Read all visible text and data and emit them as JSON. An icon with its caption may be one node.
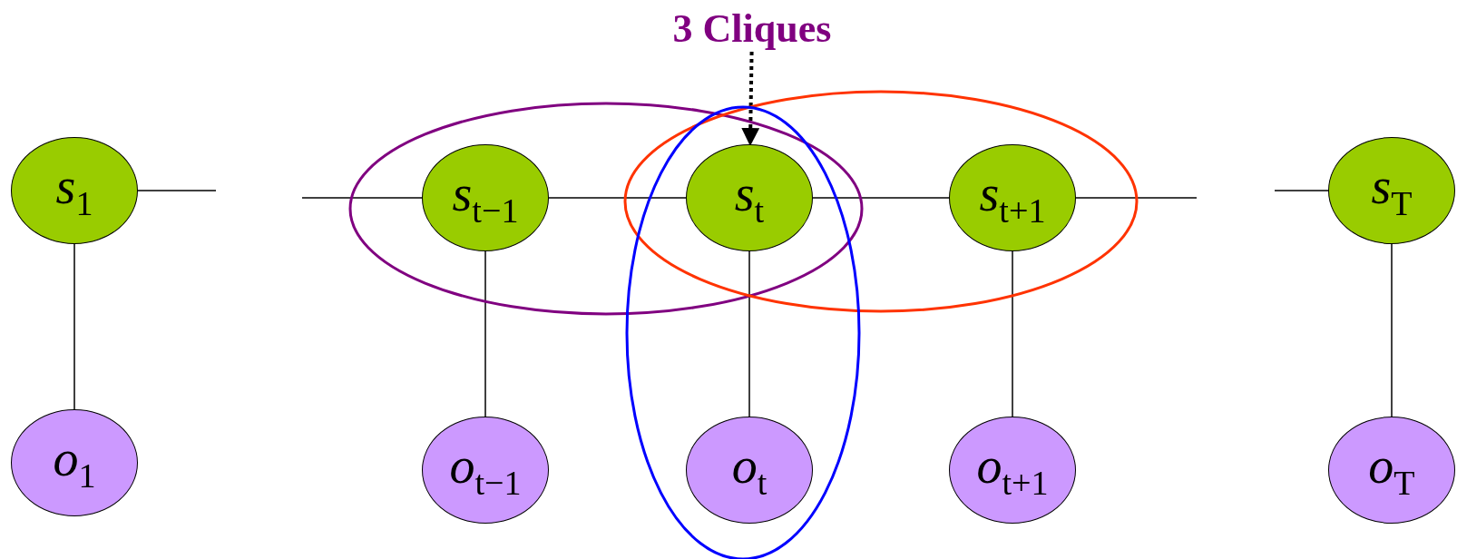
{
  "diagram": {
    "nodes": [
      {
        "text": [
          "3 Cliques"
        ]
      },
      {
        "text": [
          "*s*$_{1}$"
        ]
      },
      {
        "text": [
          "*s*$_{t−1}$"
        ]
      },
      {
        "text": [
          "*s*$_{t}$"
        ]
      },
      {
        "text": [
          "*s*$_{t+1}$"
        ]
      },
      {
        "text": [
          "*s*$_{T}$"
        ]
      },
      {
        "text": [
          "*o*$_{1}$"
        ]
      },
      {
        "text": [
          "*o*$_{t−1}$"
        ]
      },
      {
        "text": [
          "*o*$_{t}$"
        ]
      },
      {
        "text": [
          "*o*$_{t+1}$"
        ]
      },
      {
        "text": [
          "*o*$_{T}$"
        ]
      }
    ],
    "edges": [
      {
        "from": 1,
        "to": null,
        "arrow": "none"
      },
      {
        "from": null,
        "to": 2,
        "arrow": "none"
      },
      {
        "from": 2,
        "to": 3,
        "arrow": "none"
      },
      {
        "from": 3,
        "to": 4,
        "arrow": "none"
      },
      {
        "from": 4,
        "to": null,
        "arrow": "none"
      },
      {
        "from": null,
        "to": 5,
        "arrow": "none"
      },
      {
        "from": 1,
        "to": 6,
        "arrow": "none"
      },
      {
        "from": 2,
        "to": 7,
        "arrow": "none"
      },
      {
        "from": 3,
        "to": 8,
        "arrow": "none"
      },
      {
        "from": 4,
        "to": 9,
        "arrow": "none"
      },
      {
        "from": 5,
        "to": 10,
        "arrow": "none"
      },
      {
        "from": 0,
        "to": 3,
        "arrow": "to",
        "style": "dashed"
      }
    ]
  }
}
